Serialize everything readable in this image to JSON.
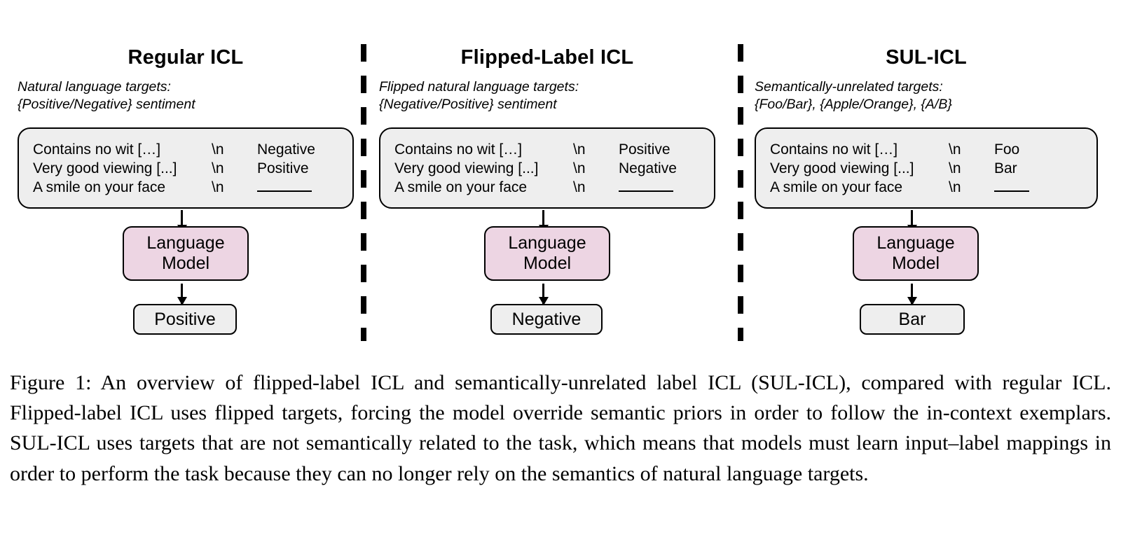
{
  "figure": {
    "caption": "Figure 1: An overview of flipped-label ICL and semantically-unrelated label ICL (SUL-ICL), compared with regular ICL. Flipped-label ICL uses flipped targets, forcing the model override semantic priors in order to follow the in-context exemplars. SUL-ICL uses targets that are not semantically related to the task, which means that models must learn input–label mappings in order to perform the task because they can no longer rely on the semantics of natural language targets."
  },
  "colors": {
    "model_box_fill": "#edd5e3",
    "prompt_box_fill": "#eeeeee",
    "output_box_fill": "#eeeeee",
    "stroke": "#000000",
    "page_background": "#ffffff"
  },
  "panels": [
    {
      "title": "Regular ICL",
      "subtitle": "Natural language targets:\n{Positive/Negative} sentiment",
      "prompt_rows": [
        {
          "input": "Contains no wit […]",
          "separator": "\\n",
          "label": "Negative",
          "is_blank": false
        },
        {
          "input": "Very good viewing [...]",
          "separator": "\\n",
          "label": "Positive",
          "is_blank": false
        },
        {
          "input": "A smile on your face",
          "separator": "\\n",
          "label": "",
          "is_blank": true,
          "blank_width": "long"
        }
      ],
      "model_label_line1": "Language",
      "model_label_line2": "Model",
      "output": "Positive"
    },
    {
      "title": "Flipped-Label ICL",
      "subtitle": "Flipped natural language targets:\n{Negative/Positive} sentiment",
      "prompt_rows": [
        {
          "input": "Contains no wit […]",
          "separator": "\\n",
          "label": "Positive",
          "is_blank": false
        },
        {
          "input": "Very good viewing [...]",
          "separator": "\\n",
          "label": "Negative",
          "is_blank": false
        },
        {
          "input": "A smile on your face",
          "separator": "\\n",
          "label": "",
          "is_blank": true,
          "blank_width": "long"
        }
      ],
      "model_label_line1": "Language",
      "model_label_line2": "Model",
      "output": "Negative"
    },
    {
      "title": "SUL-ICL",
      "subtitle": "Semantically-unrelated targets:\n{Foo/Bar}, {Apple/Orange}, {A/B}",
      "prompt_rows": [
        {
          "input": "Contains no wit […]",
          "separator": "\\n",
          "label": "Foo",
          "is_blank": false
        },
        {
          "input": "Very good viewing [...]",
          "separator": "\\n",
          "label": "Bar",
          "is_blank": false
        },
        {
          "input": "A smile on your face",
          "separator": "\\n",
          "label": "",
          "is_blank": true,
          "blank_width": "short"
        }
      ],
      "model_label_line1": "Language",
      "model_label_line2": "Model",
      "output": "Bar"
    }
  ]
}
